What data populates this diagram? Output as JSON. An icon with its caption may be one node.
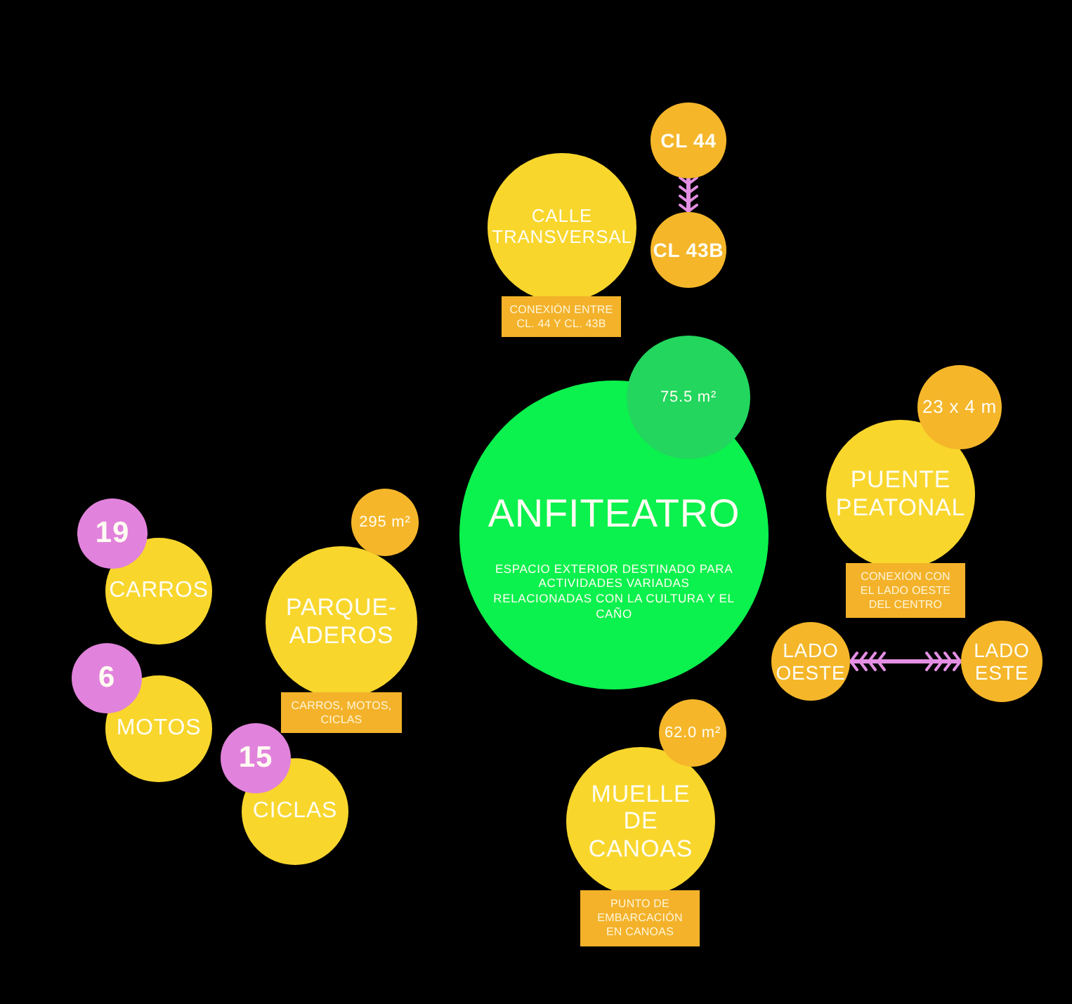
{
  "diagram": {
    "nodes": [
      {
        "text": [
          "CL 44"
        ]
      },
      {
        "text": [
          "CALLE TRANSVERSAL"
        ]
      },
      {
        "text": [
          "CL 43B"
        ]
      },
      {
        "text": [
          "CONEXIÓN ENTRE CL. 44 Y CL. 43B"
        ]
      },
      {
        "text": [
          "75.5 m²"
        ]
      },
      {
        "text": [
          "23 x 4 m"
        ]
      },
      {
        "text": [
          "ANFITEATRO",
          "ESPACIO EXTERIOR DESTINADO PARA ACTIVIDADES VARIADAS RELACIONADAS CON LA CULTURA Y EL CAÑO"
        ]
      },
      {
        "text": [
          "PUENTE PEATONAL"
        ]
      },
      {
        "text": [
          "295 m²"
        ]
      },
      {
        "text": [
          "19"
        ]
      },
      {
        "text": [
          "CARROS"
        ]
      },
      {
        "text": [
          "CONEXIÓN CON EL LADO OESTE DEL CENTRO"
        ]
      },
      {
        "text": [
          "PARQUE- ADEROS"
        ]
      },
      {
        "text": [
          "LADO OESTE"
        ]
      },
      {
        "text": [
          "LADO ESTE"
        ]
      },
      {
        "text": [
          "6"
        ]
      },
      {
        "text": [
          "MOTOS"
        ]
      },
      {
        "text": [
          "CARROS, MOTOS, CICLAS"
        ]
      },
      {
        "text": [
          "62.0 m²"
        ]
      },
      {
        "text": [
          "15"
        ]
      },
      {
        "text": [
          "MUELLE DE CANOAS"
        ]
      },
      {
        "text": [
          "CICLAS"
        ]
      },
      {
        "text": [
          "PUNTO DE EMBARCACIÓN EN CANOAS"
        ]
      }
    ],
    "edges": [
      {
        "from": 0,
        "to": 2,
        "arrow": "to"
      },
      {
        "from": 13,
        "to": 14,
        "arrow": "both"
      }
    ]
  }
}
